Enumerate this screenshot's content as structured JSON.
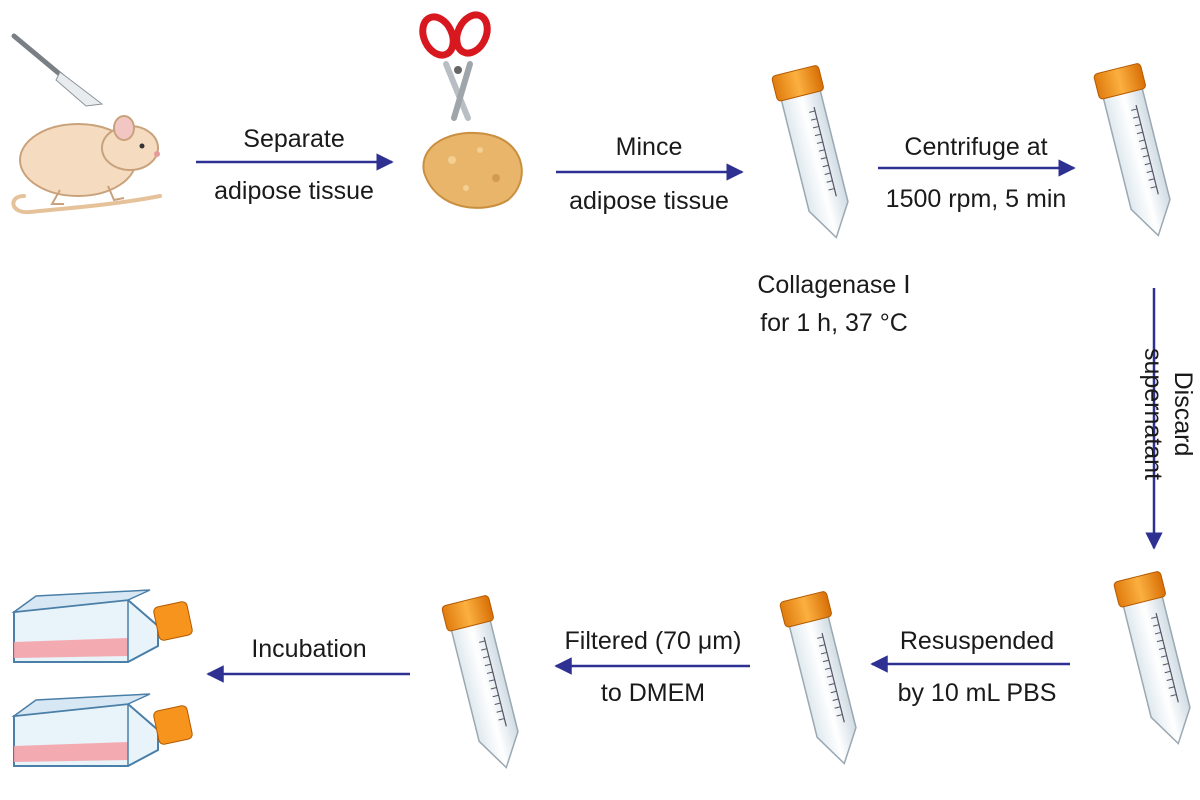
{
  "steps": {
    "separate": {
      "line1": "Separate",
      "line2": "adipose tissue"
    },
    "mince": {
      "line1": "Mince",
      "line2": "adipose tissue"
    },
    "centrifuge": {
      "line1": "Centrifuge at",
      "line2": "1500 rpm, 5 min"
    },
    "collagenase": {
      "line1": "Collagenase Ⅰ",
      "line2": "for 1 h, 37 °C"
    },
    "discard": {
      "line1": "Discard",
      "line2": "supernatant"
    },
    "resuspended": {
      "line1": "Resuspended",
      "line2": "by 10 mL PBS"
    },
    "filtered": {
      "line1": "Filtered (70 μm)",
      "line2": "to DMEM"
    },
    "incubation": {
      "line1": "Incubation"
    }
  },
  "colors": {
    "arrow": "#2e3192",
    "cap": "#f7941d",
    "yellow_liquid": "#e6e600",
    "blue_liquid": "#5bc8dc",
    "red_liquid": "#e5222a",
    "flask_medium": "#f4a3a8",
    "scissors": "#d7191f",
    "tissue": "#e8b56b",
    "mouse": "#f5dcc0"
  },
  "icons": [
    "scalpel-icon",
    "mouse-icon",
    "scissors-icon",
    "adipose-tissue-icon",
    "centrifuge-tube-icon",
    "culture-flask-icon"
  ]
}
